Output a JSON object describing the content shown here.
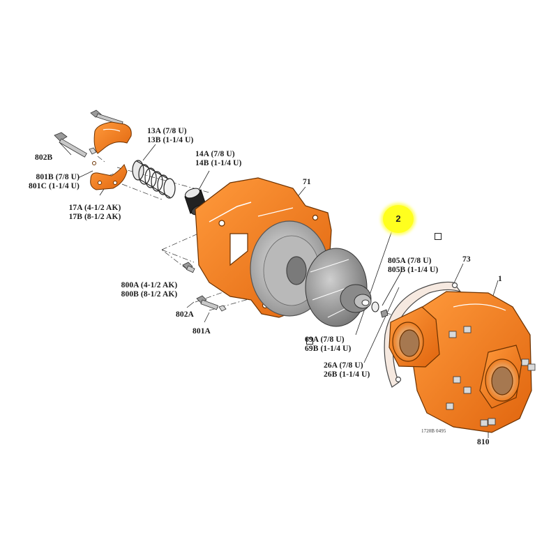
{
  "colors": {
    "orange": "#f07d1f",
    "orange_dark": "#c85a0a",
    "gray": "#9a9a9a",
    "callout": "#ffff1e"
  },
  "labels": {
    "l802b": "802B",
    "l801b": "801B (7/8 U)",
    "l801c": "801C (1-1/4 U)",
    "l13a": "13A (7/8 U)",
    "l13b": "13B (1-1/4 U)",
    "l14a": "14A (7/8 U)",
    "l14b": "14B (1-1/4 U)",
    "l17a": "17A (4-1/2 AK)",
    "l17b": "17B (8-1/2 AK)",
    "l71": "71",
    "l2": "2",
    "l805a": "805A (7/8 U)",
    "l805b": "805B (1-1/4 U)",
    "l73": "73",
    "l1": "1",
    "l800a": "800A (4-1/2 AK)",
    "l800b": "800B (8-1/2 AK)",
    "l802a": "802A",
    "l801a": "801A",
    "l69a": "69A (7/8 U)",
    "l69b": "69B (1-1/4 U)",
    "l26a": "26A (7/8 U)",
    "l26b": "26B (1-1/4 U)",
    "l810": "810",
    "drawing_no": "1720B 0495"
  }
}
